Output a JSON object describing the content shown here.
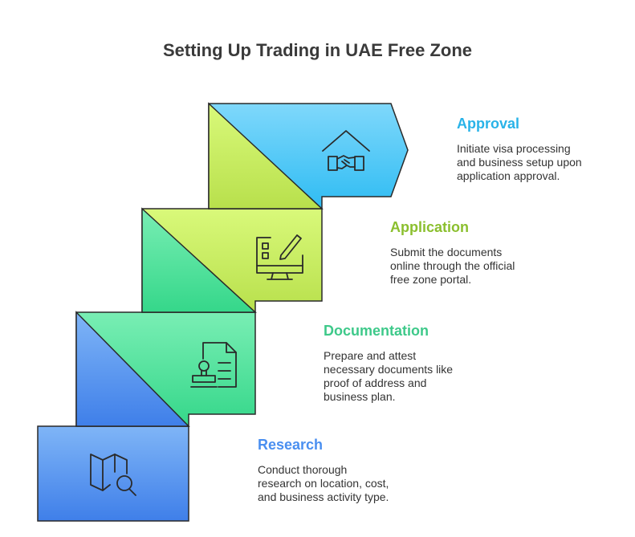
{
  "title": "Setting Up Trading in UAE Free Zone",
  "steps": [
    {
      "heading": "Approval",
      "description": "Initiate visa processing\nand business setup upon\napplication approval.",
      "color": "#29b3e8",
      "icon": "house-handshake-icon"
    },
    {
      "heading": "Application",
      "description": "Submit the documents\nonline through the official\nfree zone portal.",
      "color": "#8bbf2e",
      "icon": "monitor-form-pencil-icon"
    },
    {
      "heading": "Documentation",
      "description": "Prepare and attest\nnecessary documents like\nproof of address and\nbusiness plan.",
      "color": "#3ec98a",
      "icon": "document-stamp-icon"
    },
    {
      "heading": "Research",
      "description": "Conduct thorough\nresearch on location, cost,\nand business activity type.",
      "color": "#4a8ff0",
      "icon": "map-search-icon"
    }
  ]
}
